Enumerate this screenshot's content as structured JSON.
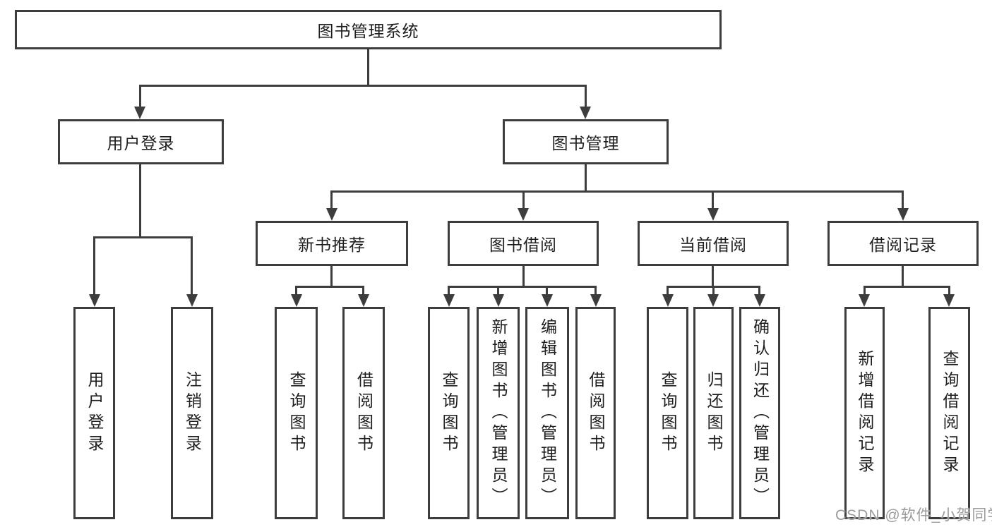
{
  "tree": {
    "root": "图书管理系统",
    "children": [
      {
        "label": "用户登录",
        "children": [
          {
            "label": "用户登录"
          },
          {
            "label": "注销登录"
          }
        ]
      },
      {
        "label": "图书管理",
        "children": [
          {
            "label": "新书推荐",
            "children": [
              {
                "label": "查询图书"
              },
              {
                "label": "借阅图书"
              }
            ]
          },
          {
            "label": "图书借阅",
            "children": [
              {
                "label": "查询图书"
              },
              {
                "label": "新增图书（管理员）"
              },
              {
                "label": "编辑图书（管理员）"
              },
              {
                "label": "借阅图书"
              }
            ]
          },
          {
            "label": "当前借阅",
            "children": [
              {
                "label": "查询图书"
              },
              {
                "label": "归还图书"
              },
              {
                "label": "确认归还（管理员）"
              }
            ]
          },
          {
            "label": "借阅记录",
            "children": [
              {
                "label": "新增借阅记录"
              },
              {
                "label": "查询借阅记录"
              }
            ]
          }
        ]
      }
    ]
  },
  "watermark": {
    "text": "CSDN @软件_小贺同学"
  },
  "colors": {
    "line": "#3d3d3d",
    "text": "#1e1e1e",
    "watermark": "#9c9c9c",
    "background": "#ffffff"
  }
}
